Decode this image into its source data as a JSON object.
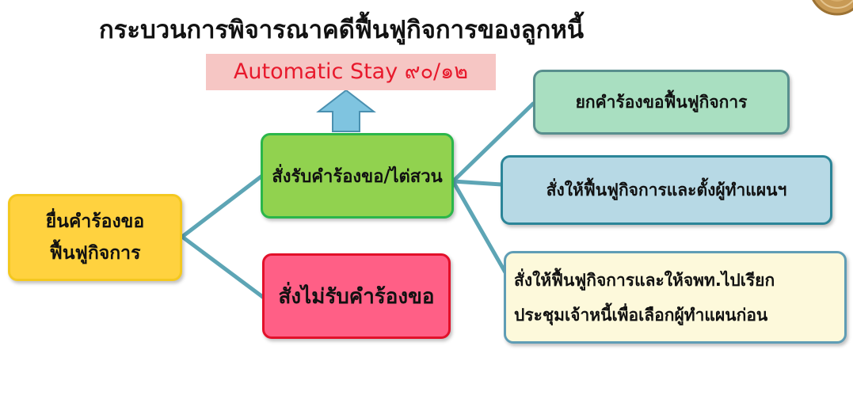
{
  "title": "กระบวนการพิจารณาคดีฟื้นฟูกิจการของลูกหนี้",
  "automatic_stay": "Automatic Stay ๙๐/๑๒",
  "nodes": {
    "file_petition": {
      "lines": [
        "ยื่นคำร้องขอ",
        "ฟื้นฟูกิจการ"
      ]
    },
    "accept_petition": {
      "label": "สั่งรับคำร้องขอ/ไต่สวน"
    },
    "reject_petition": {
      "label": "สั่งไม่รับคำร้องขอ"
    },
    "dismiss_petition": {
      "label": "ยกคำร้องขอฟื้นฟูกิจการ"
    },
    "order_reorganization": {
      "label": "สั่งให้ฟื้นฟูกิจการและตั้งผู้ทำแผนฯ"
    },
    "order_meeting": {
      "lines": [
        "สั่งให้ฟื้นฟูกิจการและให้จพท.ไปเรียก",
        "ประชุมเจ้าหนี้เพื่อเลือกผู้ทำแผนก่อน"
      ]
    }
  },
  "colors": {
    "connector": "#5da5b5",
    "arrow_fill": "#7fc4e0",
    "arrow_stroke": "#4a90b0",
    "seal": "#c89a55"
  }
}
